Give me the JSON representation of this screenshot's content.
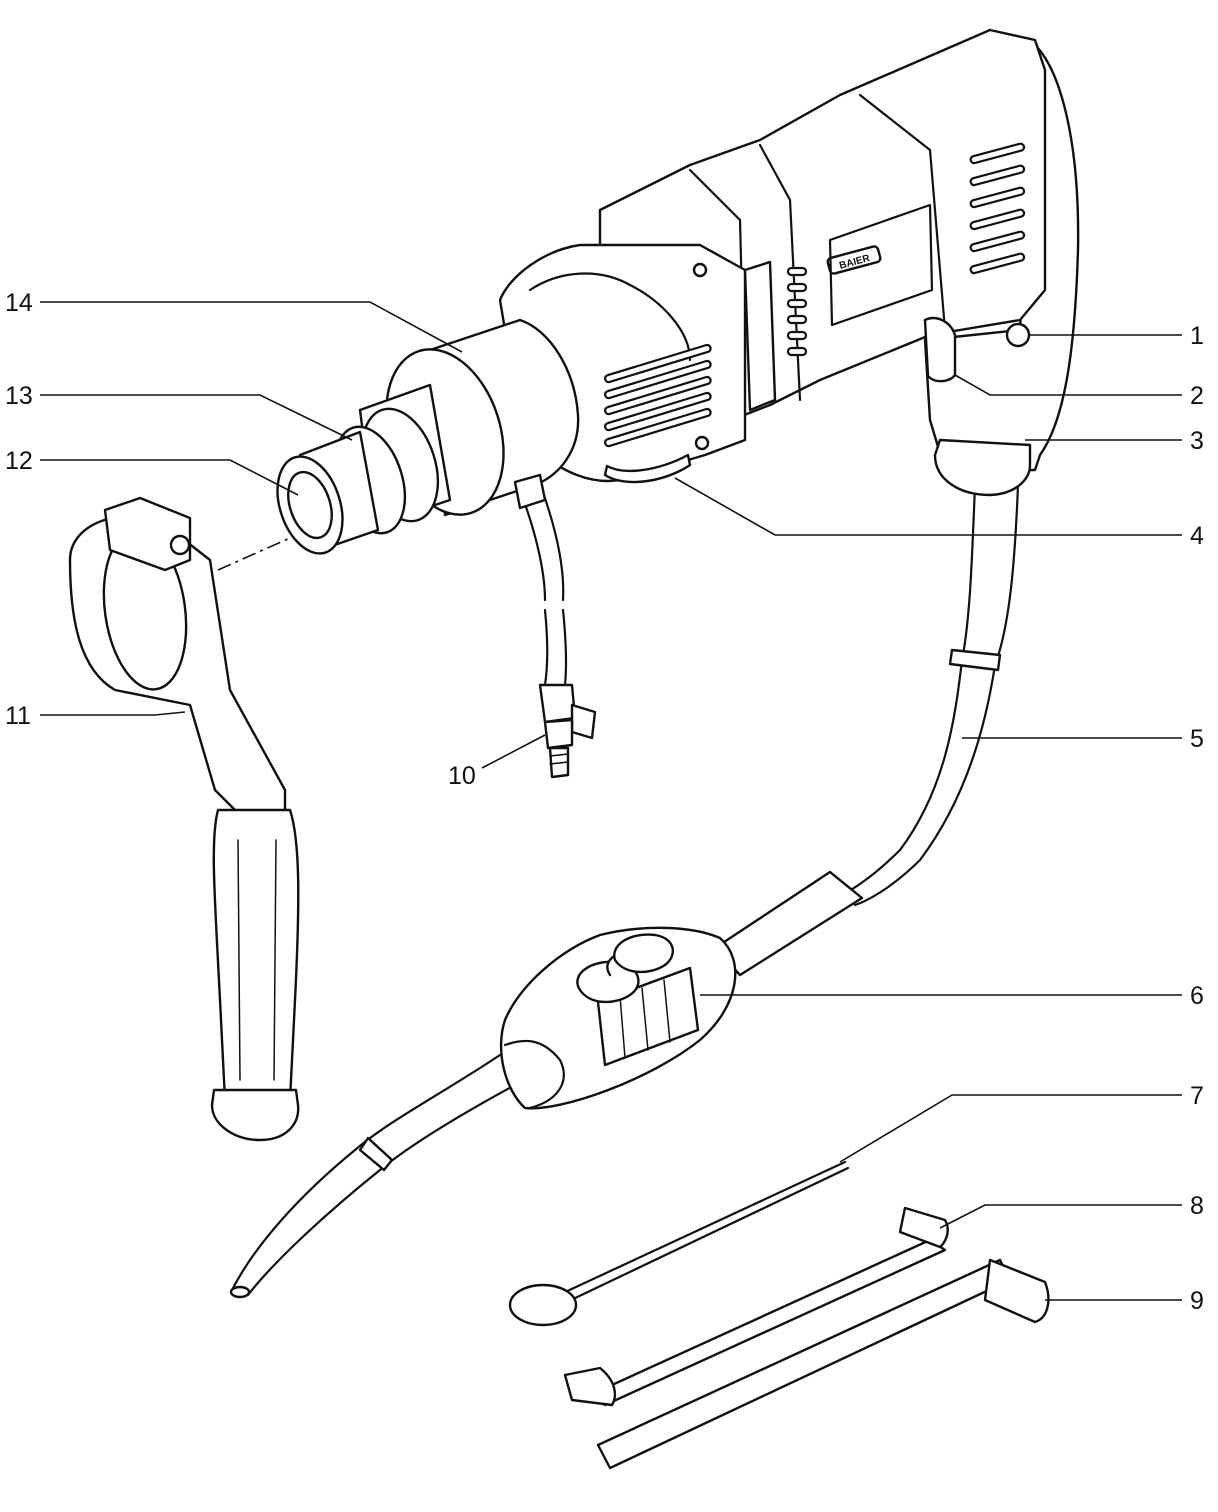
{
  "callouts": [
    {
      "id": "1",
      "label": "1"
    },
    {
      "id": "2",
      "label": "2"
    },
    {
      "id": "3",
      "label": "3"
    },
    {
      "id": "4",
      "label": "4"
    },
    {
      "id": "5",
      "label": "5"
    },
    {
      "id": "6",
      "label": "6"
    },
    {
      "id": "7",
      "label": "7"
    },
    {
      "id": "8",
      "label": "8"
    },
    {
      "id": "9",
      "label": "9"
    },
    {
      "id": "10",
      "label": "10"
    },
    {
      "id": "11",
      "label": "11"
    },
    {
      "id": "12",
      "label": "12"
    },
    {
      "id": "13",
      "label": "13"
    },
    {
      "id": "14",
      "label": "14"
    }
  ],
  "brand_plate_text": "BAIER"
}
